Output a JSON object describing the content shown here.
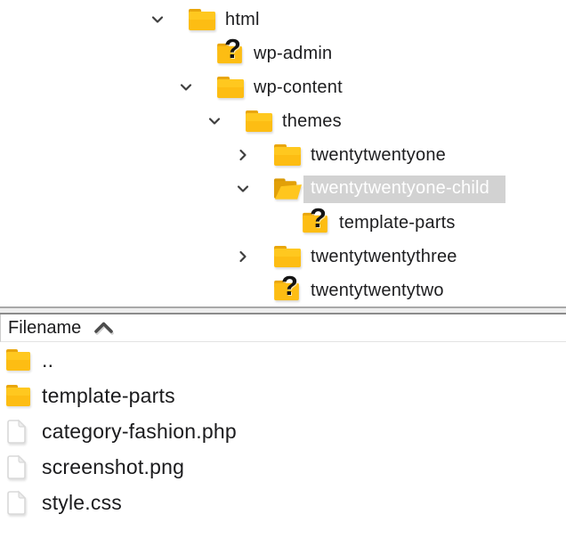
{
  "window": {
    "background": "#ffffff"
  },
  "tree": {
    "items": [
      {
        "label": "html",
        "icon": "folder",
        "disclosure": "expanded",
        "selected": false
      },
      {
        "label": "wp-admin",
        "icon": "folder-question",
        "disclosure": "none",
        "selected": false
      },
      {
        "label": "wp-content",
        "icon": "folder",
        "disclosure": "expanded",
        "selected": false
      },
      {
        "label": "themes",
        "icon": "folder",
        "disclosure": "expanded",
        "selected": false
      },
      {
        "label": "twentytwentyone",
        "icon": "folder",
        "disclosure": "collapsed",
        "selected": false
      },
      {
        "label": "twentytwentyone-child",
        "icon": "folder-open",
        "disclosure": "expanded",
        "selected": true
      },
      {
        "label": "template-parts",
        "icon": "folder-question",
        "disclosure": "none",
        "selected": false
      },
      {
        "label": "twentytwentythree",
        "icon": "folder",
        "disclosure": "collapsed",
        "selected": false
      },
      {
        "label": "twentytwentytwo",
        "icon": "folder-question",
        "disclosure": "none",
        "selected": false
      }
    ],
    "question_mark_glyph": "?"
  },
  "file_list": {
    "header": {
      "column_label": "Filename",
      "sort_direction": "ascending",
      "sort_icon": "chevron-up-icon"
    },
    "rows": [
      {
        "name": "..",
        "icon": "folder"
      },
      {
        "name": "template-parts",
        "icon": "folder"
      },
      {
        "name": "category-fashion.php",
        "icon": "file"
      },
      {
        "name": "screenshot.png",
        "icon": "file"
      },
      {
        "name": "style.css",
        "icon": "file"
      }
    ]
  },
  "colors": {
    "folder_body": "#fdbd13",
    "folder_tab": "#e9a60c",
    "folder_open_back": "#e2a008",
    "selection_background": "#d2d2d2",
    "selection_text": "#ffffff",
    "text": "#1d1d1f",
    "chevron": "#3f3f3f",
    "splitter_fill": "#ededed",
    "splitter_border_top": "#a9a9a9",
    "splitter_border_bottom": "#8b8b8b",
    "header_rule": "#e3e3e3",
    "file_icon_border": "#d9d9d9"
  }
}
